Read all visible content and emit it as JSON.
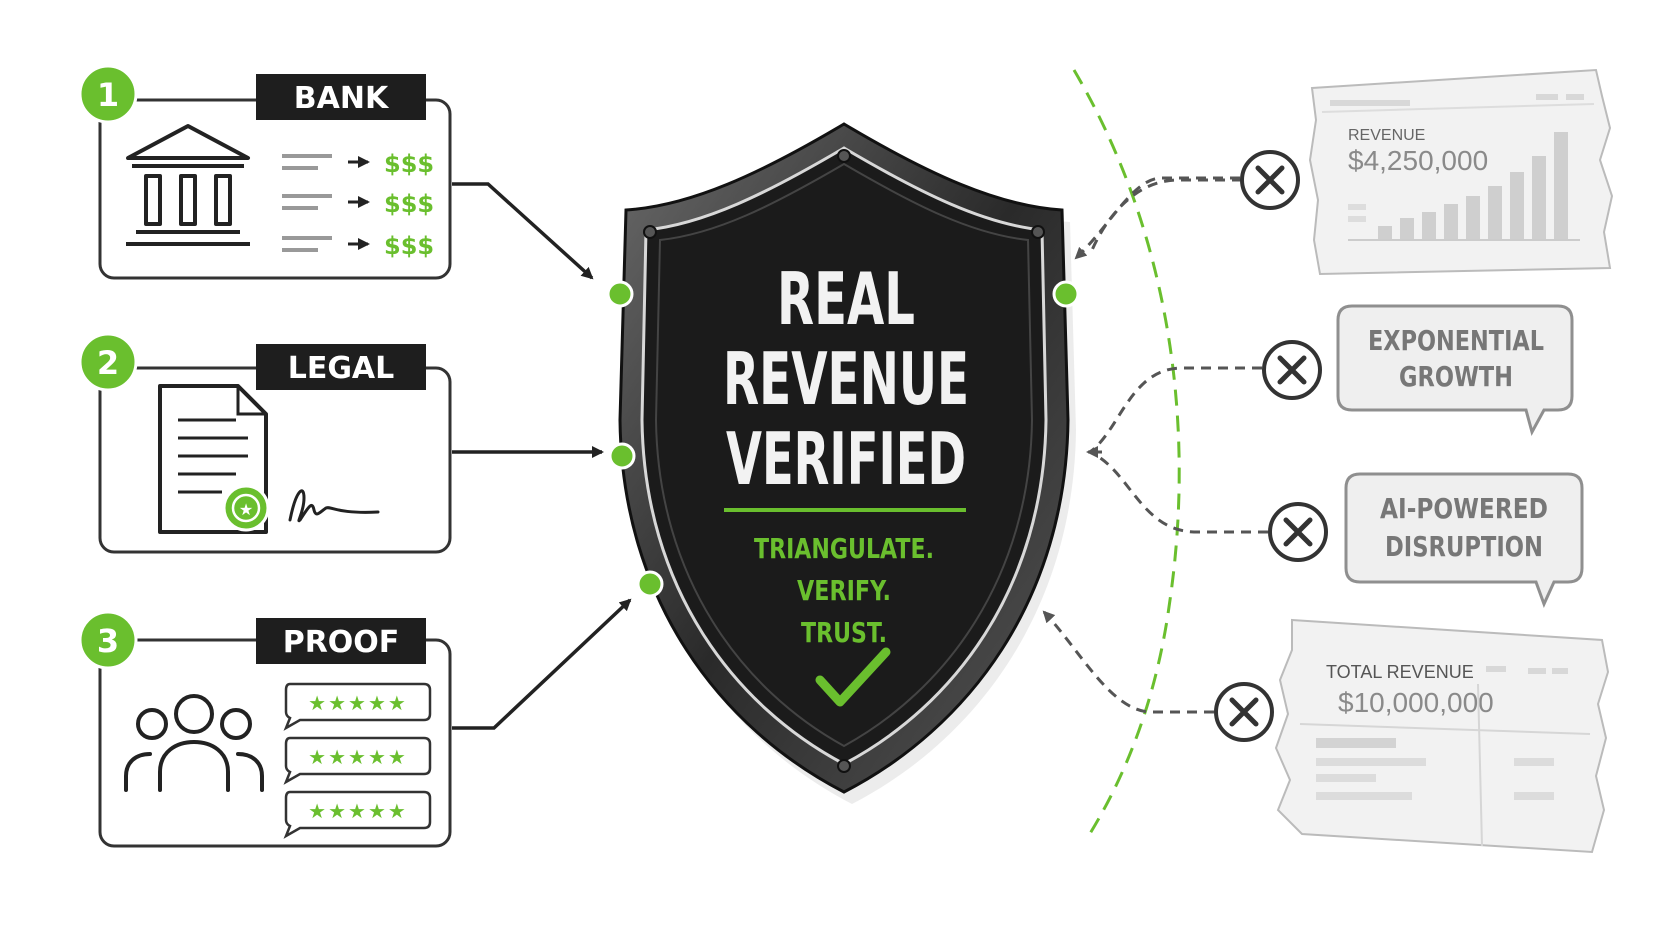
{
  "sources": [
    {
      "number": "1",
      "tag": "BANK",
      "icon": "bank-building-icon",
      "rows": [
        "$$$",
        "$$$",
        "$$$"
      ]
    },
    {
      "number": "2",
      "tag": "LEGAL",
      "icon": "signed-contract-icon"
    },
    {
      "number": "3",
      "tag": "PROOF",
      "icon": "people-group-icon",
      "reviews": [
        "★★★★★",
        "★★★★★",
        "★★★★★"
      ]
    }
  ],
  "shield": {
    "line1": "REAL",
    "line2": "REVENUE",
    "line3": "VERIFIED",
    "motto1": "TRIANGULATE.",
    "motto2": "VERIFY.",
    "motto3": "TRUST.",
    "icon": "checkmark-icon"
  },
  "claims": {
    "dashboard": {
      "label": "REVENUE",
      "value": "$4,250,000"
    },
    "bubble1": {
      "line1": "EXPONENTIAL",
      "line2": "GROWTH"
    },
    "bubble2": {
      "line1": "AI-POWERED",
      "line2": "DISRUPTION"
    },
    "statement": {
      "label": "TOTAL REVENUE",
      "value": "$10,000,000"
    }
  },
  "colors": {
    "accent_green": "#6abf2e",
    "dark": "#222222",
    "shield_black": "#1b1b1b",
    "gray": "#8a8a8a"
  }
}
